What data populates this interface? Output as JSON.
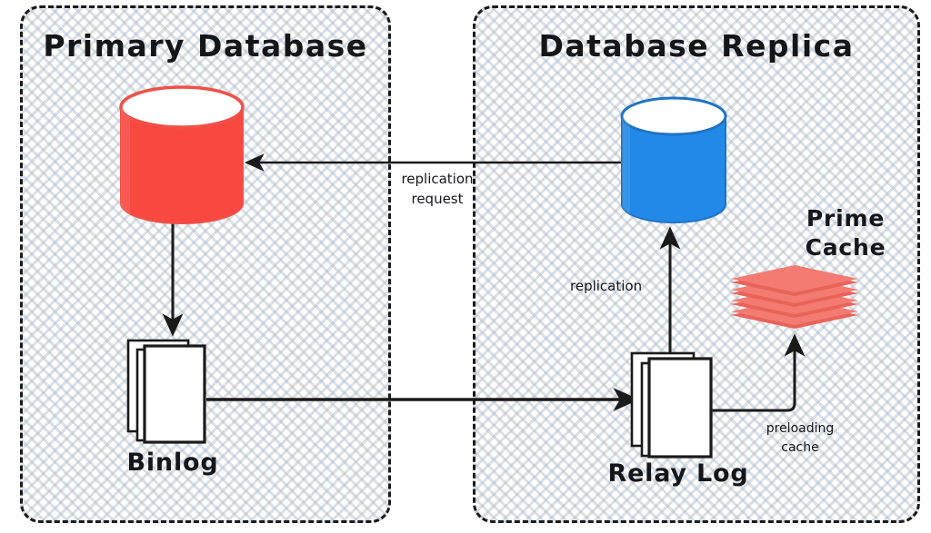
{
  "diagram": {
    "title_primary": "Primary Database",
    "title_replica": "Database Replica",
    "panels": [
      {
        "id": "primary",
        "label": "Primary Database"
      },
      {
        "id": "replica",
        "label": "Database Replica"
      }
    ],
    "nodes": [
      {
        "id": "primary-db",
        "label": "",
        "shape": "cylinder",
        "color": "#F9483F"
      },
      {
        "id": "replica-db",
        "label": "",
        "shape": "cylinder",
        "color": "#2389E8"
      },
      {
        "id": "binlog",
        "label": "Binlog",
        "shape": "doc-stack",
        "color": "#ffffff"
      },
      {
        "id": "relay-log",
        "label": "Relay Log",
        "shape": "doc-stack",
        "color": "#ffffff"
      },
      {
        "id": "prime-cache",
        "label": "Prime Cache",
        "shape": "layer-stack",
        "color": "#F47B72"
      }
    ],
    "edges": [
      {
        "id": "replication-request",
        "from": "replica-db",
        "to": "primary-db",
        "label": "replication request",
        "label_line1": "replication",
        "label_line2": "request"
      },
      {
        "id": "primary-to-binlog",
        "from": "primary-db",
        "to": "binlog",
        "label": ""
      },
      {
        "id": "binlog-to-relay",
        "from": "binlog",
        "to": "relay-log",
        "label": ""
      },
      {
        "id": "replication",
        "from": "relay-log",
        "to": "replica-db",
        "label": "replication"
      },
      {
        "id": "preloading-cache",
        "from": "relay-log",
        "to": "prime-cache",
        "label": "preloading cache",
        "label_line1": "preloading",
        "label_line2": "cache"
      }
    ],
    "labels": {
      "binlog": "Binlog",
      "relay_log": "Relay Log",
      "prime_cache_line1": "Prime",
      "prime_cache_line2": "Cache",
      "replication_request_line1": "replication",
      "replication_request_line2": "request",
      "replication": "replication",
      "preloading_cache_line1": "preloading",
      "preloading_cache_line2": "cache"
    },
    "colors": {
      "primary_db": "#F9483F",
      "replica_db": "#2389E8",
      "cache": "#F47B72",
      "cache_edge": "#E8635A",
      "stroke": "#1a1a1a",
      "panel_border": "#1a1a1a",
      "background": "#ffffff",
      "hatch": "#b0bac8",
      "frame": "#000000"
    }
  }
}
